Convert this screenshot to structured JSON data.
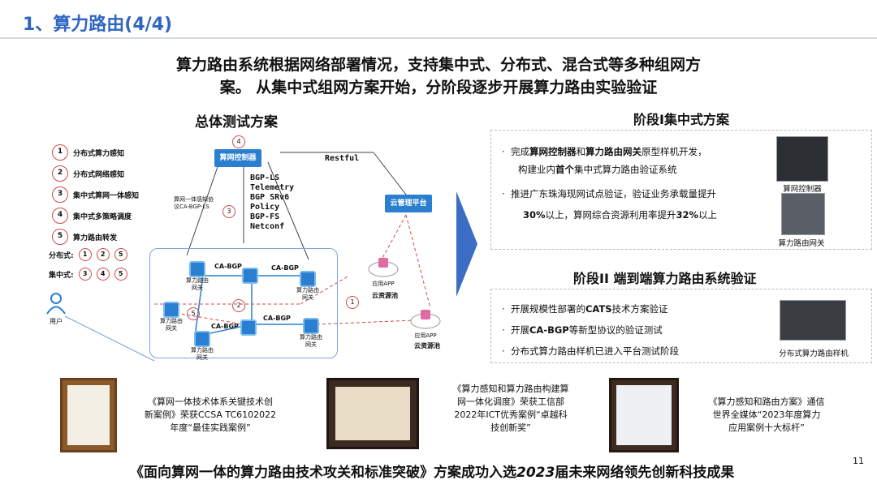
{
  "header": {
    "title": "1、算力路由(4/4)"
  },
  "headline": {
    "line1": "算力路由系统根据网络部署情况，支持集中式、分布式、混合式等多种组网方",
    "line2": "案。 从集中式组网方案开始，分阶段逐步开展算力路由实验验证"
  },
  "left": {
    "title": "总体测试方案",
    "legend": [
      {
        "num": "1",
        "label": "分布式算力感知"
      },
      {
        "num": "2",
        "label": "分布式网络感知"
      },
      {
        "num": "3",
        "label": "集中式算网一体感知"
      },
      {
        "num": "4",
        "label": "集中式多策略调度"
      },
      {
        "num": "5",
        "label": "算力路由转发"
      }
    ],
    "distributed_label": "分布式:",
    "distributed_nums": [
      "1",
      "2",
      "5"
    ],
    "centralized_label": "集中式:",
    "centralized_nums": [
      "3",
      "4",
      "5"
    ],
    "user_label": "用户",
    "controller": "算网控制器",
    "restful": "Restful",
    "protocols": [
      "BGP-LS",
      "Telemetry",
      "BGP SRv6",
      "Policy",
      "BGP-FS",
      "Netconf"
    ],
    "proto_note": "算网一体感知协\n议CA-BGP-LS",
    "cloud_platform": "云管理平台",
    "app_label": "应用APP",
    "pool_label": "云资源池",
    "cabgp": "CA-BGP",
    "gw_label": "算力路由\n网关",
    "circle_4": "4",
    "circle_3": "3",
    "circle_2": "2",
    "circle_5": "5",
    "circle_1": "1"
  },
  "stage1": {
    "title": "阶段I集中式方案",
    "b1_pre": "完成",
    "b1_b1": "算网控制器",
    "b1_mid": "和",
    "b1_b2": "算力路由网关",
    "b1_post": "原型样机开发，",
    "b2_pre": "构建业内",
    "b2_b": "首个",
    "b2_post": "集中式算力路由验证系统",
    "b3": "推进广东珠海现网试点验证，验证业务承载量提升",
    "b4_b1": "30%",
    "b4_mid": "以上，算网综合资源利用率提升",
    "b4_b2": "32%",
    "b4_post": "以上",
    "cap1": "算网控制器",
    "cap2": "算力路由网关"
  },
  "stage2": {
    "title": "阶段II 端到端算力路由系统验证",
    "b1_pre": "开展规模性部署的",
    "b1_b": "CATS",
    "b1_post": "技术方案验证",
    "b2_pre": "开展",
    "b2_b": "CA-BGP",
    "b2_post": "等新型协议的验证测试",
    "b3": "分布式算力路由样机已进入平台测试阶段",
    "cap": "分布式算力路由样机"
  },
  "awards": [
    {
      "text": "《算网一体技术体系关键技术创\n新案例》荣获CCSA TC6102022\n年度“最佳实践案例”"
    },
    {
      "text": "《算力感知和算力路由构建算\n网一体化调度》荣获工信部\n2022年ICT优秀案例“卓越科\n技创新奖”"
    },
    {
      "text": "《算力感知和路由方案》通信\n世界全媒体“2023年度算力\n应用案例十大标杆”"
    }
  ],
  "footer": {
    "pre": "《面向算网一体的算力路由技术攻关和标准突破》方案成功入选",
    "year": "2023",
    "post": "届未来网络领先创新科技成果"
  },
  "page_number": "11",
  "colors": {
    "accent": "#2f66c4",
    "router": "#2a7fd0",
    "circle": "#d24a4a"
  }
}
